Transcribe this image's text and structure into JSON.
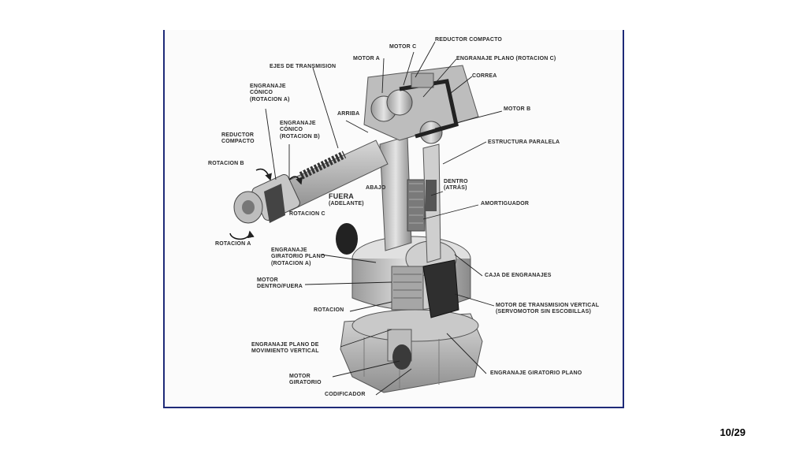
{
  "diagram": {
    "labels": {
      "motor_c": "MOTOR C",
      "reductor_compacto_top": "REDUCTOR COMPACTO",
      "motor_a": "MOTOR A",
      "engranaje_plano_c": "ENGRANAJE PLANO (ROTACION C)",
      "ejes_transmision": "EJES DE TRANSMISION",
      "correa": "CORREA",
      "engranaje_conico_a": "ENGRANAJE\nCÓNICO\n(ROTACION A)",
      "motor_b": "MOTOR B",
      "arriba": "ARRIBA",
      "engranaje_conico_b": "ENGRANAJE\nCÓNICO\n(ROTACION B)",
      "reductor_compacto_left": "REDUCTOR\nCOMPACTO",
      "estructura_paralela": "ESTRUCTURA PARALELA",
      "rotacion_b": "ROTACION B",
      "dentro": "DENTRO\n(ATRÁS)",
      "abajo": "ABAJO",
      "fuera": "FUERA",
      "adelante": "(ADELANTE)",
      "amortiguador": "AMORTIGUADOR",
      "rotacion_c": "ROTACION C",
      "rotacion_a": "ROTACION A",
      "engranaje_giratorio": "ENGRANAJE\nGIRATORIO PLANO\n(ROTACION A)",
      "caja_engranajes": "CAJA DE ENGRANAJES",
      "motor_dentro_fuera": "MOTOR\nDENTRO/FUERA",
      "motor_transmision": "MOTOR DE TRANSMISION VERTICAL\n(SERVOMOTOR SIN ESCOBILLAS)",
      "rotacion": "ROTACION",
      "engranaje_plano_vertical": "ENGRANAJE PLANO DE\nMOVIMIENTO VERTICAL",
      "engranaje_giratorio_plano": "ENGRANAJE GIRATORIO PLANO",
      "motor_giratorio": "MOTOR\nGIRATORIO",
      "codificador": "CODIFICADOR"
    }
  },
  "slide": {
    "page_number": "10/29"
  }
}
